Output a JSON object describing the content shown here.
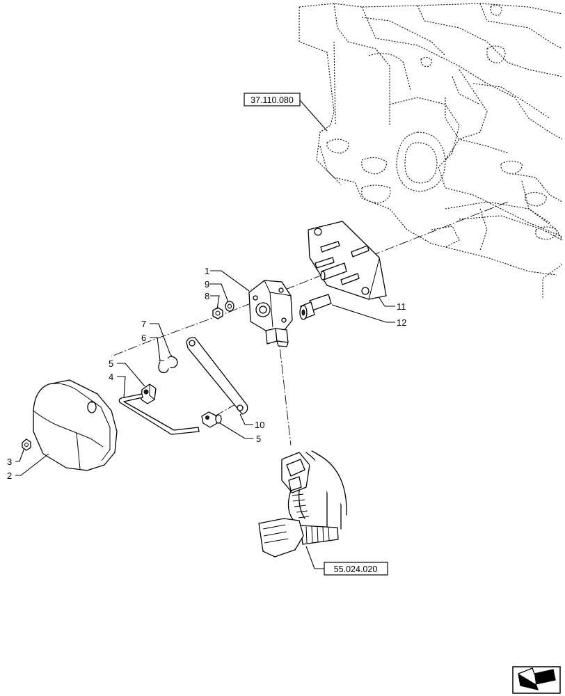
{
  "diagram": {
    "callouts": [
      {
        "id": "1",
        "label": "1"
      },
      {
        "id": "2",
        "label": "2"
      },
      {
        "id": "3",
        "label": "3"
      },
      {
        "id": "4",
        "label": "4"
      },
      {
        "id": "5a",
        "label": "5"
      },
      {
        "id": "5b",
        "label": "5"
      },
      {
        "id": "6",
        "label": "6"
      },
      {
        "id": "7",
        "label": "7"
      },
      {
        "id": "8",
        "label": "8"
      },
      {
        "id": "9",
        "label": "9"
      },
      {
        "id": "10",
        "label": "10"
      },
      {
        "id": "11",
        "label": "11"
      },
      {
        "id": "12",
        "label": "12"
      }
    ],
    "references": {
      "housing": "37.110.080",
      "harness": "55.024.020"
    },
    "nav_icon": "arrow-navigation-icon"
  }
}
